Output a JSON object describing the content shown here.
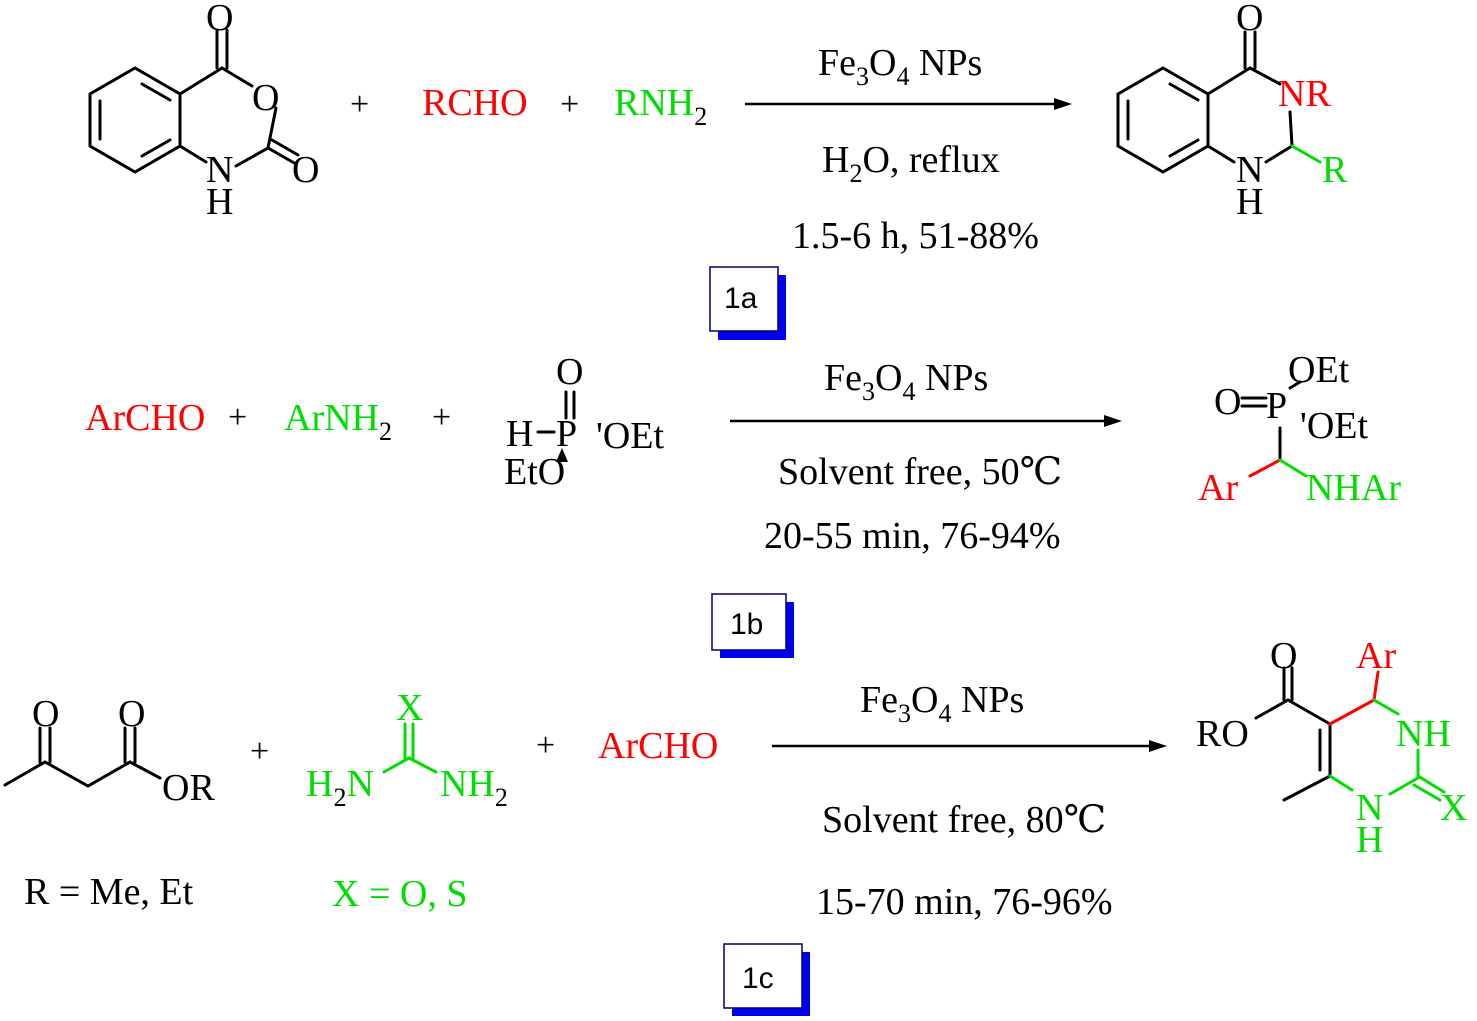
{
  "scheme_1a": {
    "plus_1": "+",
    "aldehyde": "RCHO",
    "plus_2": "+",
    "amine": "RNH",
    "amine_sub": "2",
    "catalyst_main": "Fe",
    "catalyst_sub1": "3",
    "catalyst_mid": "O",
    "catalyst_sub2": "4",
    "catalyst_tail": " NPs",
    "solvent_pre": "H",
    "solvent_sub": "2",
    "solvent_post": "O, reflux",
    "yield_line": "1.5-6 h, 51-88%",
    "label": "1a",
    "reactant_atoms": {
      "o_top": "O",
      "o_ring": "O",
      "o_right": "O",
      "n": "N",
      "h": "H"
    },
    "product_atoms": {
      "o_top": "O",
      "nr": "NR",
      "r": "R",
      "n": "N",
      "h": "H"
    },
    "colors": {
      "aldehyde": "#ff0000",
      "amine": "#00dd00"
    }
  },
  "scheme_1b": {
    "aldehyde": "ArCHO",
    "plus_1": "+",
    "amine": "ArNH",
    "amine_sub": "2",
    "plus_2": "+",
    "phosphite_atoms": {
      "o": "O",
      "p": "P",
      "h": "H",
      "oet_right": "'OEt",
      "eto": "EtO"
    },
    "catalyst_main": "Fe",
    "catalyst_sub1": "3",
    "catalyst_mid": "O",
    "catalyst_sub2": "4",
    "catalyst_tail": " NPs",
    "condition": "Solvent free, 50℃",
    "yield_line": "20-55 min, 76-94%",
    "label": "1b",
    "product_atoms": {
      "o": "O",
      "p": "P",
      "oet1": "OEt",
      "oet2": "'OEt",
      "ar": "Ar",
      "nhar": "NHAr"
    }
  },
  "scheme_1c": {
    "ketoester_atoms": {
      "o1": "O",
      "o2": "O",
      "or": "OR"
    },
    "r_def": "R = Me, Et",
    "plus_1": "+",
    "urea_atoms": {
      "x": "X",
      "h2n": "H",
      "h2n_sub": "2",
      "h2n_n": "N",
      "nh2": "NH",
      "nh2_sub": "2"
    },
    "x_def": "X = O, S",
    "plus_2": "+",
    "aldehyde": "ArCHO",
    "catalyst_main": "Fe",
    "catalyst_sub1": "3",
    "catalyst_mid": "O",
    "catalyst_sub2": "4",
    "catalyst_tail": " NPs",
    "condition": "Solvent free, 80℃",
    "yield_line": "15-70 min, 76-96%",
    "label": "1c",
    "product_atoms": {
      "o": "O",
      "ro": "RO",
      "ar": "Ar",
      "nh": "NH",
      "n": "N",
      "h": "H",
      "x": "X"
    }
  },
  "colors": {
    "red": "#ff0000",
    "green": "#00dd00",
    "label_shadow": "#0000ee",
    "label_border": "#000066"
  }
}
